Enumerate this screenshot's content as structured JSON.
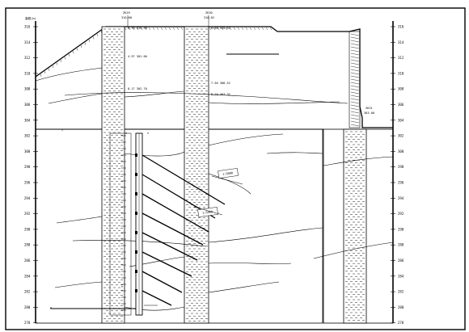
{
  "elevation_axis": {
    "title": "高程(m)",
    "ticks": [
      "316",
      "314",
      "312",
      "310",
      "308",
      "306",
      "304",
      "302",
      "300",
      "298",
      "296",
      "294",
      "292",
      "290",
      "288",
      "286",
      "284",
      "282",
      "280",
      "278"
    ]
  },
  "boreholes": [
    {
      "id": "ZK29",
      "top_elevation": "316.00",
      "layer_labels": [
        "0.70 315.70",
        "4.97 301.00",
        "8.17 302.70"
      ]
    },
    {
      "id": "ZK30",
      "top_elevation": "316.02",
      "layer_labels": [
        "0.50 315.52",
        "7.50 308.52",
        "8.70 307.32"
      ]
    },
    {
      "id": "ZK31",
      "top_elevation": "303.00",
      "layer_labels": []
    }
  ],
  "water_level_symbol": "▽",
  "anchor_annotations": [
    "1:5000",
    "1:5000"
  ],
  "colors": {
    "line": "#000000",
    "background": "#ffffff",
    "hatch": "#000000"
  }
}
